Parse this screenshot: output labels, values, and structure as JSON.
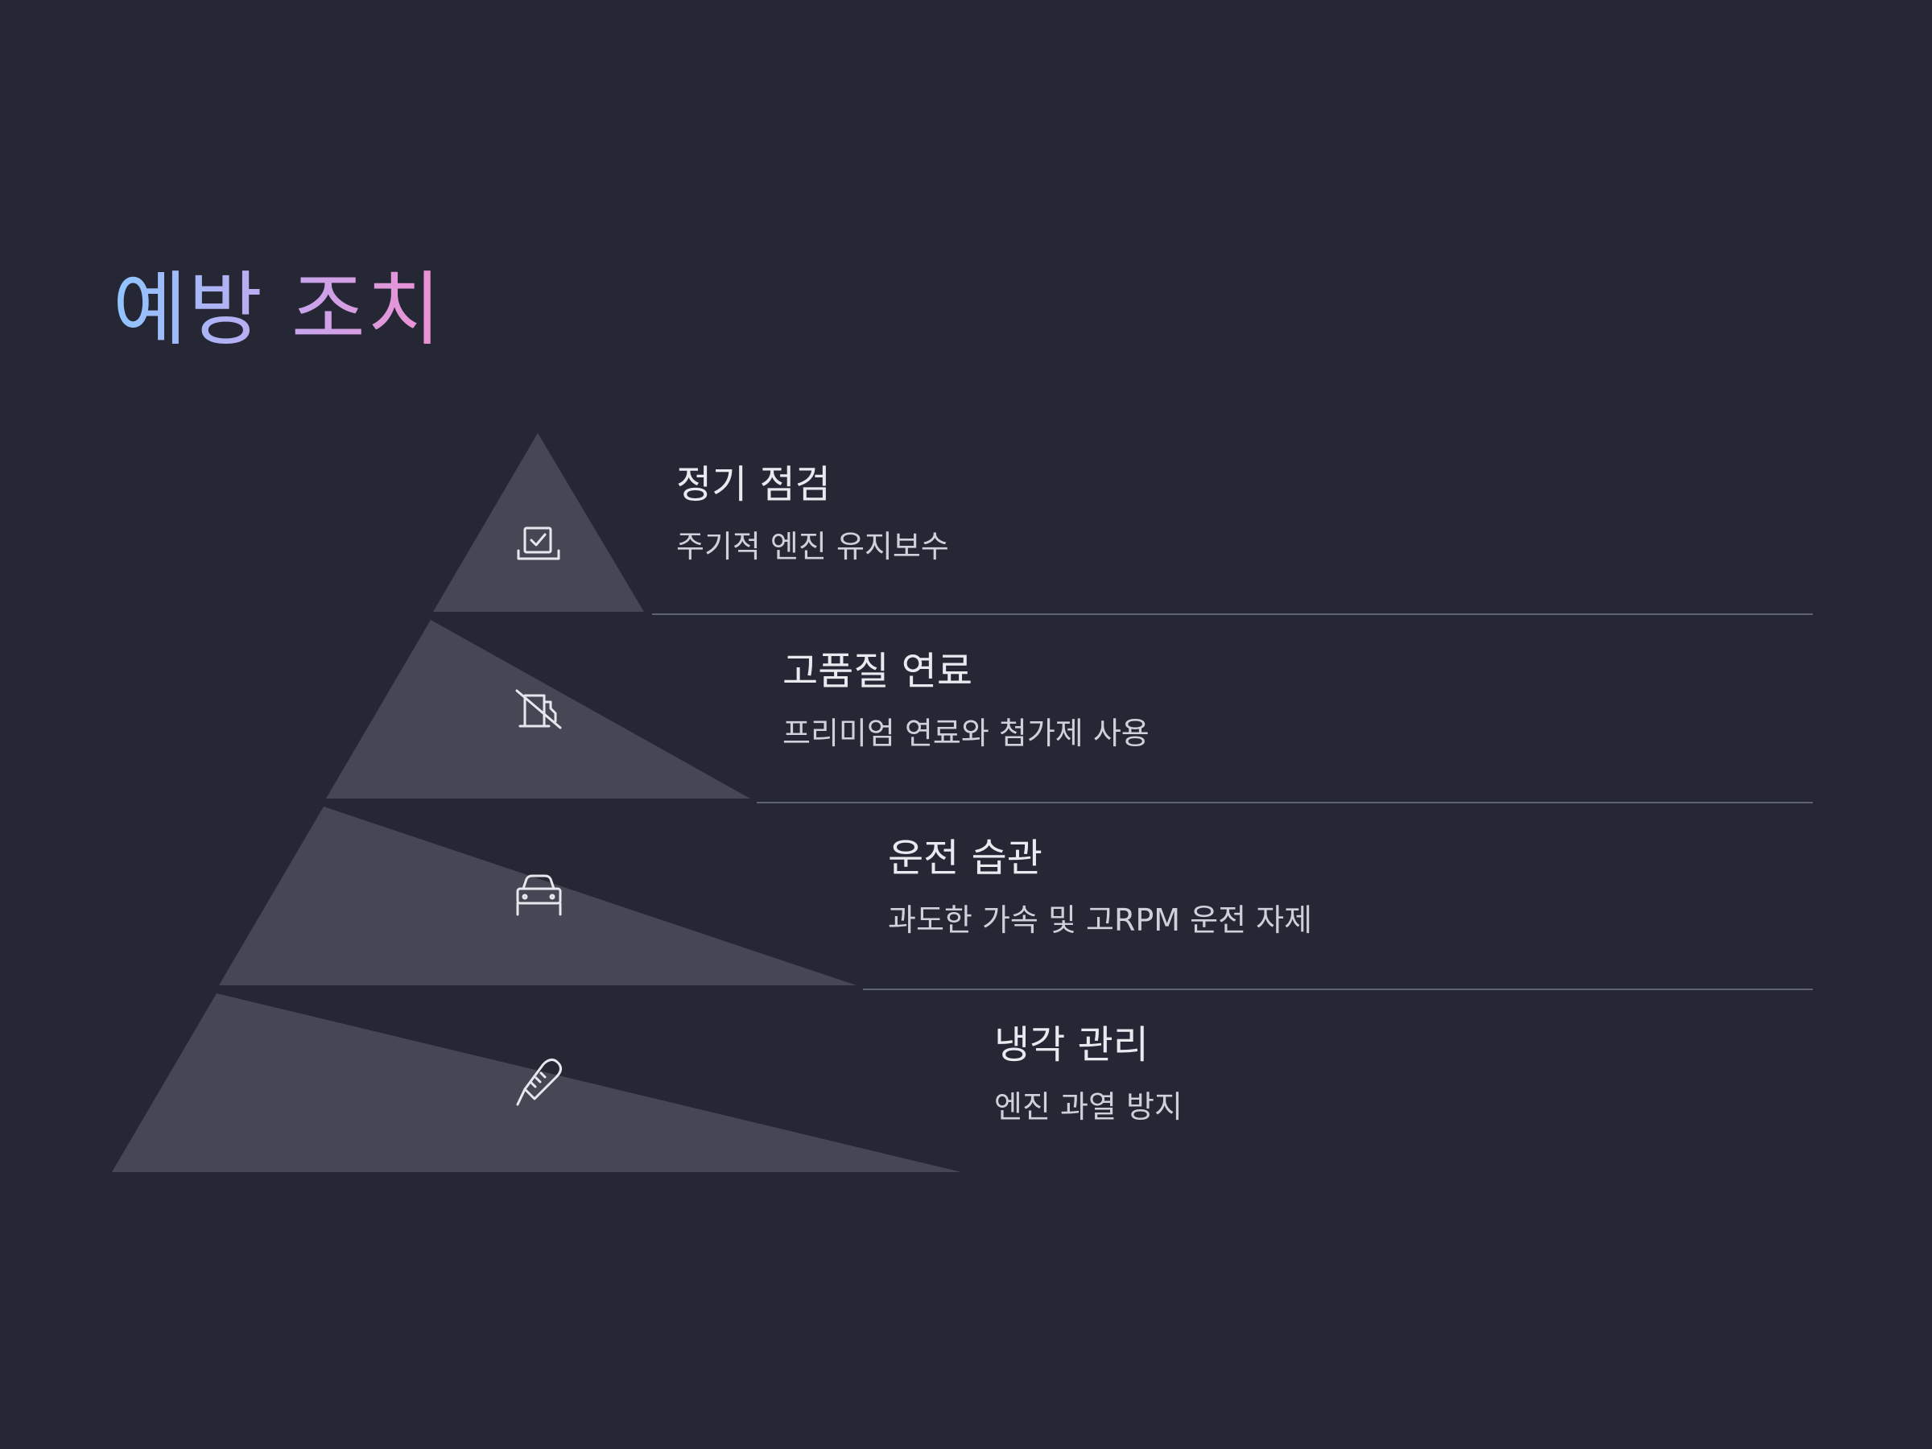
{
  "title": "예방 조치",
  "colors": {
    "background": "#252834",
    "tier": "#454854",
    "title_gradient": [
      "#8ec5ff",
      "#c6a6ee",
      "#f08fd0"
    ],
    "text": "#e9eaf0"
  },
  "tiers": [
    {
      "icon": "checklist-icon",
      "title": "정기 점검",
      "description": "주기적 엔진 유지보수"
    },
    {
      "icon": "fuel-pump-off-icon",
      "title": "고품질 연료",
      "description": "프리미엄 연료와 첨가제 사용"
    },
    {
      "icon": "car-icon",
      "title": "운전 습관",
      "description": "과도한 가속 및 고RPM 운전 자제"
    },
    {
      "icon": "thermometer-icon",
      "title": "냉각 관리",
      "description": "엔진 과열 방지"
    }
  ]
}
